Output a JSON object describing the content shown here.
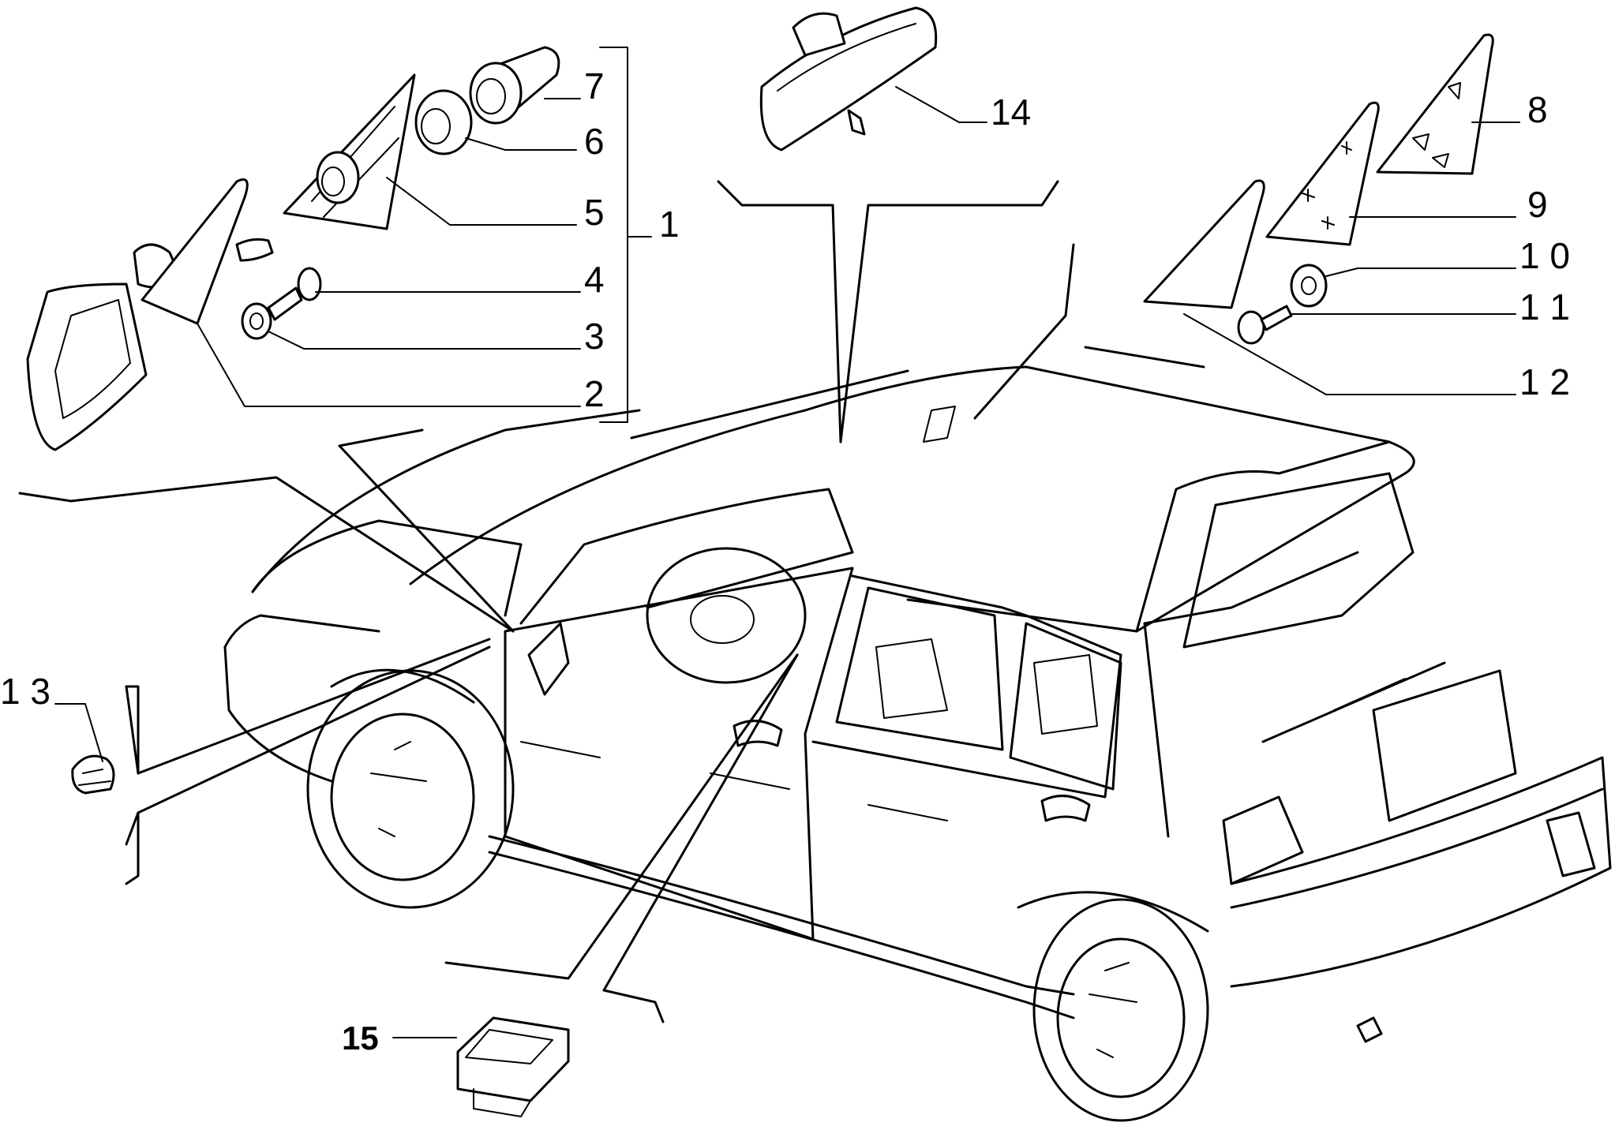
{
  "callouts": [
    {
      "id": "1",
      "text": "1"
    },
    {
      "id": "2",
      "text": "2"
    },
    {
      "id": "3",
      "text": "3"
    },
    {
      "id": "4",
      "text": "4"
    },
    {
      "id": "5",
      "text": "5"
    },
    {
      "id": "6",
      "text": "6"
    },
    {
      "id": "7",
      "text": "7"
    },
    {
      "id": "8",
      "text": "8"
    },
    {
      "id": "9",
      "text": "9"
    },
    {
      "id": "10",
      "text": "1 0"
    },
    {
      "id": "11",
      "text": "1 1"
    },
    {
      "id": "12",
      "text": "1 2"
    },
    {
      "id": "13",
      "text": "1 3"
    },
    {
      "id": "14",
      "text": "14"
    },
    {
      "id": "15",
      "text": "15"
    }
  ]
}
